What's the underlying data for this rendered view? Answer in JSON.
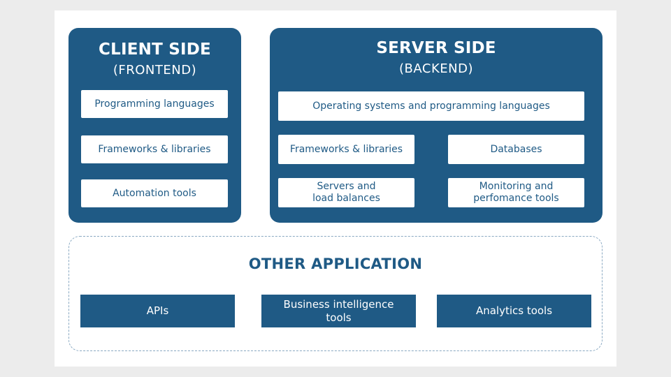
{
  "client_side": {
    "title": "CLIENT SIDE",
    "subtitle": "(FRONTEND)",
    "items": [
      "Programming languages",
      "Frameworks & libraries",
      "Automation tools"
    ]
  },
  "server_side": {
    "title": "SERVER SIDE",
    "subtitle": "(BACKEND)",
    "items": [
      "Operating systems and programming languages",
      "Frameworks & libraries",
      "Databases",
      "Servers and\nload balances",
      "Monitoring and\nperfomance tools"
    ]
  },
  "other_application": {
    "title": "OTHER APPLICATION",
    "items": [
      "APIs",
      "Business intelligence\ntools",
      "Analytics tools"
    ]
  },
  "colors": {
    "primary": "#1f5a85",
    "background": "#ffffff",
    "outer_background": "#ececec",
    "dashed_border": "#8aa9c2"
  }
}
